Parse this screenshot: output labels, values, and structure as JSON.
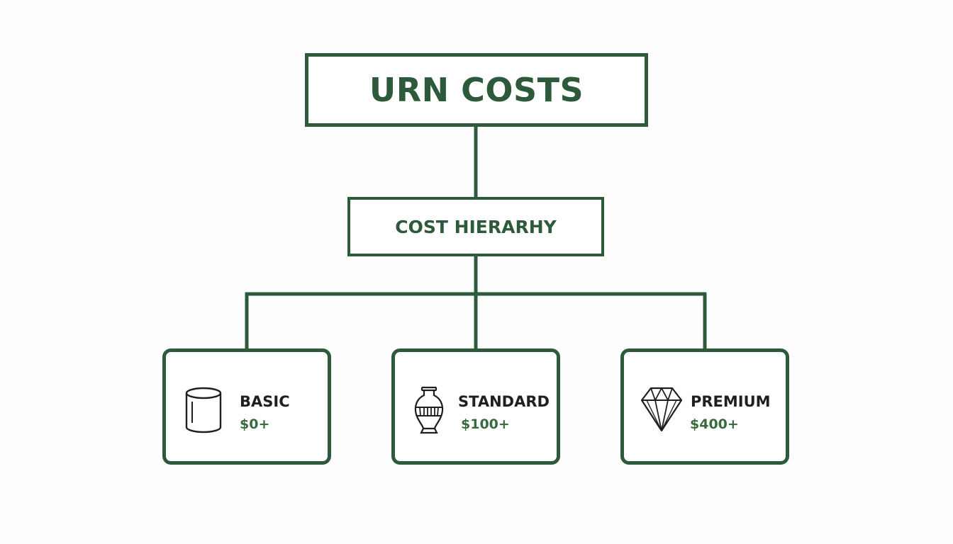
{
  "diagram": {
    "title": "URN COSTS",
    "subtitle": "COST HIERARHY",
    "tiers": [
      {
        "name": "BASIC",
        "price": "$0+",
        "icon": "cylinder-urn-icon"
      },
      {
        "name": "STANDARD",
        "price": "$100+",
        "icon": "vase-urn-icon"
      },
      {
        "name": "PREMIUM",
        "price": "$400+",
        "icon": "diamond-icon"
      }
    ]
  },
  "colors": {
    "border": "#2e5a3c",
    "price": "#3a6b3f",
    "label": "#1f1f1f",
    "background": "#fdfefd"
  }
}
